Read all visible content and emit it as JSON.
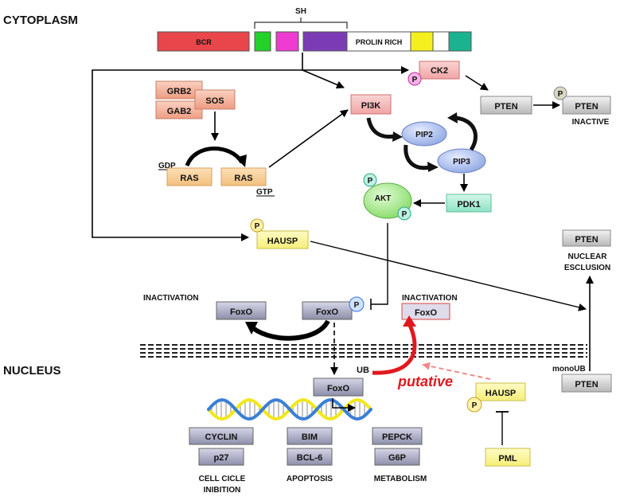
{
  "regions": {
    "cytoplasm": "CYTOPLASM",
    "nucleus": "NUCLEUS"
  },
  "bcr_protein": {
    "sh_label": "SH",
    "bcr": "BCR",
    "prolin_rich": "PROLIN RICH"
  },
  "upstream": {
    "grb2": "GRB2",
    "gab2": "GAB2",
    "sos": "SOS",
    "gdp": "GDP",
    "ras_gdp": "RAS",
    "ras_gtp": "RAS",
    "gtp": "GTP"
  },
  "pathway": {
    "pi3k": "PI3K",
    "pip2": "PIP2",
    "pip3": "PIP3",
    "pdk1": "PDK1",
    "akt": "AKT",
    "ck2": "CK2",
    "hausp": "HAUSP",
    "p_label": "P"
  },
  "pten_side": {
    "pten": "PTEN",
    "pten_inactive": "PTEN",
    "inactive_label": "INACTIVE",
    "pten_nuclear": "PTEN",
    "nuclear_exclusion": [
      "NUCLEAR",
      "ESCLUSION"
    ],
    "pten_mono": "PTEN",
    "monoub": "monoUB"
  },
  "foxo": {
    "inactivation_left": "INACTIVATION",
    "inactivation_right": "INACTIVATION",
    "foxo_left": "FoxO",
    "foxo_center": "FoxO",
    "foxo_red": "FoxO",
    "foxo_nucleus": "FoxO",
    "ub": "UB",
    "putative": "putative"
  },
  "nucleus": {
    "hausp": "HAUSP",
    "pml": "PML",
    "targets": {
      "cell_cycle": [
        "CYCLIN",
        "p27"
      ],
      "apoptosis": [
        "BIM",
        "BCL-6"
      ],
      "metabolism": [
        "PEPCK",
        "G6P"
      ]
    },
    "outcomes": {
      "cell_cycle": [
        "CELL CICLE",
        "INIBITION"
      ],
      "apoptosis": "APOPTOSIS",
      "metabolism": "METABOLISM"
    }
  },
  "colors": {
    "bcr": "#e8464b",
    "green_domain": "#22d12a",
    "magenta_domain": "#ee3cd0",
    "purple_domain": "#7b3bb5",
    "yellow_domain": "#f5ef1e",
    "green2_domain": "#2ac46a",
    "teal_domain": "#1bb38f",
    "red_text": "#e0191f",
    "dna_blue": "#3a7fd6",
    "dna_yellow": "#f1e81a"
  }
}
